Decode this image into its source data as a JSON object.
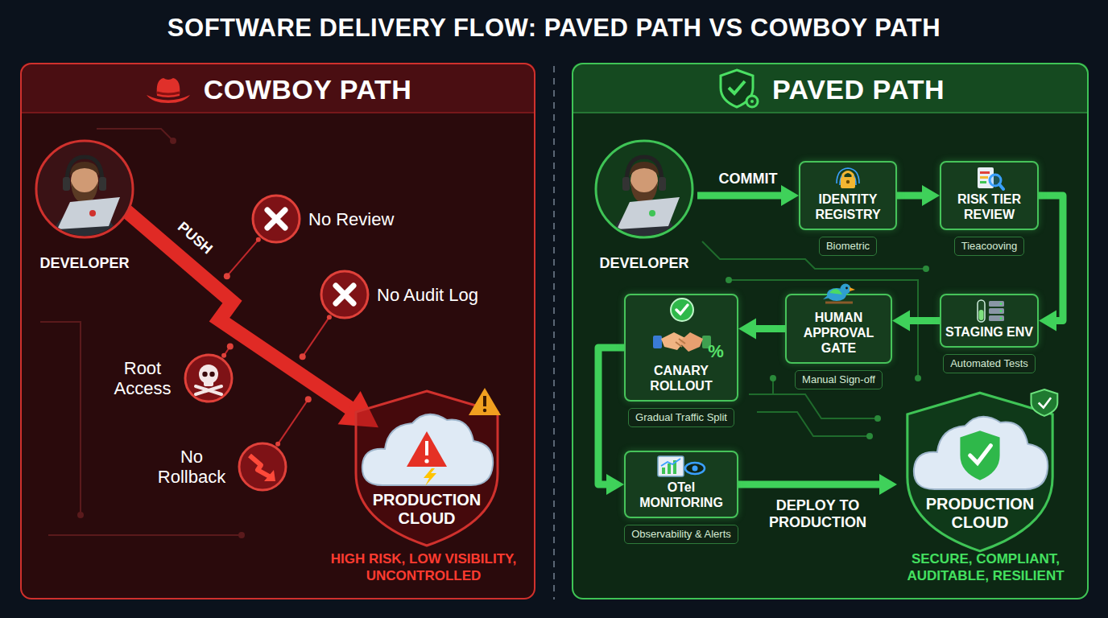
{
  "diagram": {
    "title": "SOFTWARE DELIVERY FLOW: PAVED PATH VS COWBOY PATH",
    "nodes": [
      {
        "text": [
          "COWBOY PATH"
        ]
      },
      {
        "text": [
          "DEVELOPER"
        ],
        "in": 0
      },
      {
        "text": [
          "No Review"
        ],
        "in": 0
      },
      {
        "text": [
          "No Audit Log"
        ],
        "in": 0
      },
      {
        "text": [
          "Root Access"
        ],
        "in": 0
      },
      {
        "text": [
          "No Rollback"
        ],
        "in": 0
      },
      {
        "text": [
          "PRODUCTION CLOUD"
        ],
        "in": 0
      },
      {
        "text": [
          "PAVED PATH"
        ]
      },
      {
        "text": [
          "DEVELOPER"
        ],
        "in": 7
      },
      {
        "text": [
          "IDENTITY REGISTRY",
          "Biometric"
        ],
        "in": 7
      },
      {
        "text": [
          "RISK TIER REVIEW",
          "Tieacooving"
        ],
        "in": 7
      },
      {
        "text": [
          "STAGING ENV",
          "Automated Tests"
        ],
        "in": 7
      },
      {
        "text": [
          "HUMAN APPROVAL GATE",
          "Manual Sign-off"
        ],
        "in": 7
      },
      {
        "text": [
          "CANARY ROLLOUT",
          "Gradual Traffic Split"
        ],
        "in": 7
      },
      {
        "text": [
          "OTel MONITORING",
          "Observability & Alerts"
        ],
        "in": 7
      },
      {
        "text": [
          "PRODUCTION CLOUD"
        ],
        "in": 7
      }
    ],
    "edges": [
      {
        "from": 1,
        "to": 6,
        "label": "PUSH",
        "arrow": "to"
      },
      {
        "from": 8,
        "to": 9,
        "label": "COMMIT",
        "arrow": "to"
      },
      {
        "from": 9,
        "to": 10,
        "arrow": "to"
      },
      {
        "from": 10,
        "to": 11,
        "arrow": "to"
      },
      {
        "from": 11,
        "to": 12,
        "arrow": "to"
      },
      {
        "from": 12,
        "to": 13,
        "arrow": "to"
      },
      {
        "from": 13,
        "to": 14,
        "arrow": "to"
      },
      {
        "from": 14,
        "to": 15,
        "label": "DEPLOY TO PRODUCTION",
        "arrow": "to"
      }
    ],
    "labels": [
      "HIGH RISK, LOW VISIBILITY, UNCONTROLLED",
      "%",
      "SECURE, COMPLIANT, AUDITABLE, RESILIENT"
    ]
  }
}
